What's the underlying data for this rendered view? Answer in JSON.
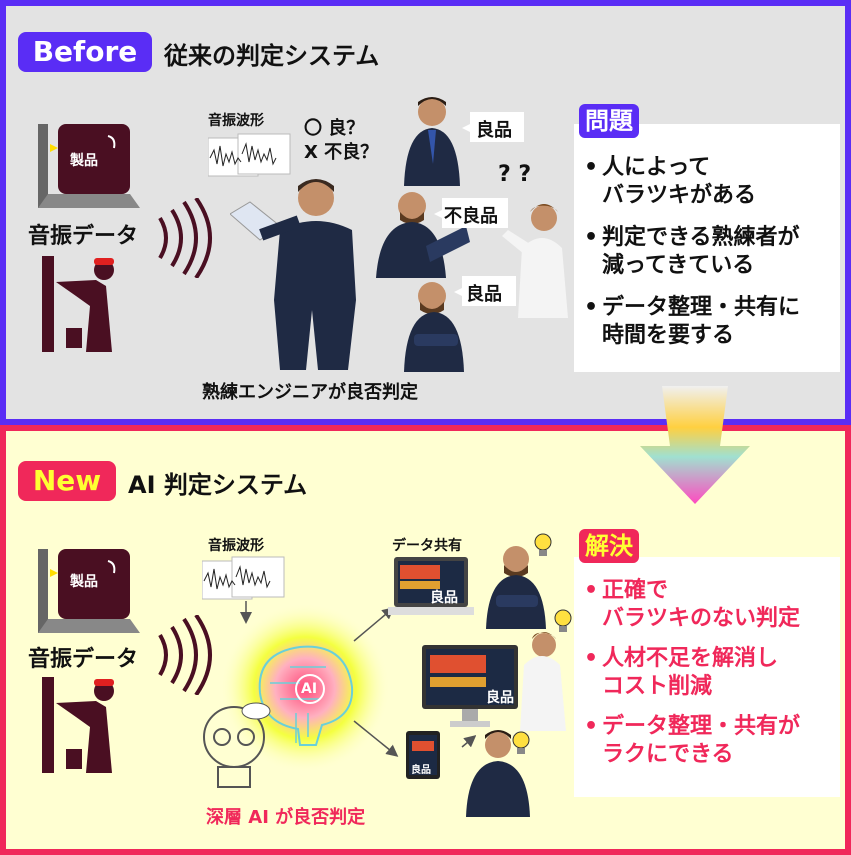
{
  "before": {
    "tag": "Before",
    "title": "従来の判定システム",
    "product_label": "製品",
    "sound_data": "音振データ",
    "waveform_label": "音振波形",
    "judgement_question_good": "〇 良？",
    "judgement_question_bad": "X 不良？",
    "speech": [
      "良品",
      "不良品",
      "良品"
    ],
    "question_marks": "? ?",
    "engineer_caption": "熟練エンジニアが良否判定",
    "problem_tag": "問題",
    "problems": [
      "人によって\nバラツキがある",
      "判定できる熟練者が\n減ってきている",
      "データ整理・共有に\n時間を要する"
    ]
  },
  "after": {
    "tag": "New",
    "title": "AI 判定システム",
    "product_label": "製品",
    "sound_data": "音振データ",
    "waveform_label": "音振波形",
    "share_label": "データ共有",
    "ai_label": "AI",
    "screen_badge": "良品",
    "ai_caption": "深層 AI が良否判定",
    "solve_tag": "解決",
    "solutions": [
      "正確で\nバラツキのない判定",
      "人材不足を解消し\nコスト削減",
      "データ整理・共有が\nラクにできる"
    ]
  },
  "colors": {
    "before_accent": "#5a2df5",
    "new_accent": "#f0285a",
    "before_bg": "#e3e3e3",
    "new_bg": "#ffffd2",
    "product": "#4a0f22"
  }
}
